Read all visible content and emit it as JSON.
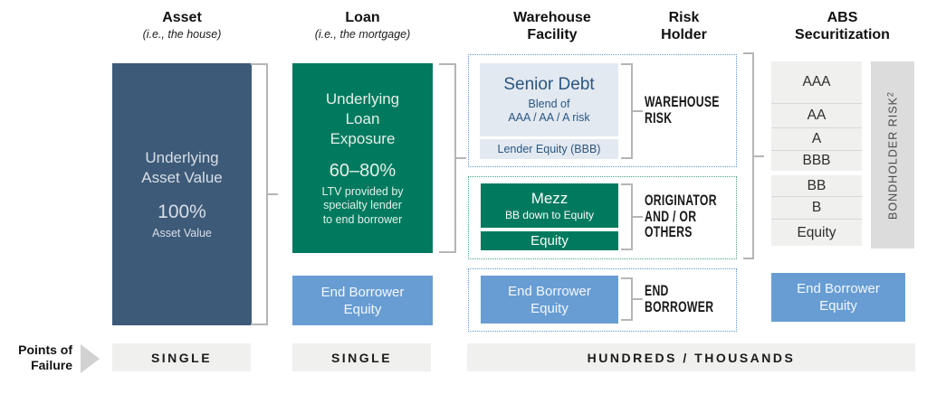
{
  "headers": {
    "asset": {
      "title": "Asset",
      "subtitle": "(i.e., the house)"
    },
    "loan": {
      "title": "Loan",
      "subtitle": "(i.e., the mortgage)"
    },
    "warehouse": {
      "title": "Warehouse\nFacility"
    },
    "risk_holder": {
      "title": "Risk\nHolder"
    },
    "abs": {
      "title": "ABS\nSecuritization"
    }
  },
  "asset_column": {
    "box_title": "Underlying\nAsset Value",
    "box_value": "100%",
    "box_caption": "Asset Value"
  },
  "loan_column": {
    "box_title": "Underlying\nLoan\nExposure",
    "box_value": "60–80%",
    "box_caption": "LTV provided by\nspecialty lender\nto end borrower",
    "equity_box": "End Borrower\nEquity"
  },
  "warehouse_group": {
    "senior_debt_title": "Senior Debt",
    "senior_debt_subtitle": "Blend of\nAAA / AA / A risk",
    "lender_equity": "Lender Equity (BBB)",
    "risk_label": "WAREHOUSE\nRISK"
  },
  "originator_group": {
    "mezz_title": "Mezz",
    "mezz_subtitle": "BB down to Equity",
    "equity": "Equity",
    "risk_label": "ORIGINATOR\nAND / OR\nOTHERS"
  },
  "end_borrower_group": {
    "equity_box": "End Borrower\nEquity",
    "risk_label": "END\nBORROWER"
  },
  "abs_column": {
    "tranches": [
      "AAA",
      "AA",
      "A",
      "BBB",
      "BB",
      "B",
      "Equity"
    ],
    "bondholder_label": "BONDHOLDER RISK",
    "bondholder_sup": "2",
    "equity_box": "End Borrower\nEquity"
  },
  "footer": {
    "label": "Points of\nFailure",
    "bars": [
      "SINGLE",
      "SINGLE",
      "HUNDREDS / THOUSANDS"
    ]
  },
  "colors": {
    "dark_blue": "#3d5a78",
    "green": "#007a5e",
    "light_blue": "#689dd3",
    "panel_blue_gray": "#e3e9f1",
    "light_gray_bar": "#f0f0ef",
    "strip_gray": "#dcdcdc",
    "dotted_blue": "#5b9bd5",
    "dotted_green": "#44a38c",
    "bracket_gray": "#b5b5b5"
  }
}
